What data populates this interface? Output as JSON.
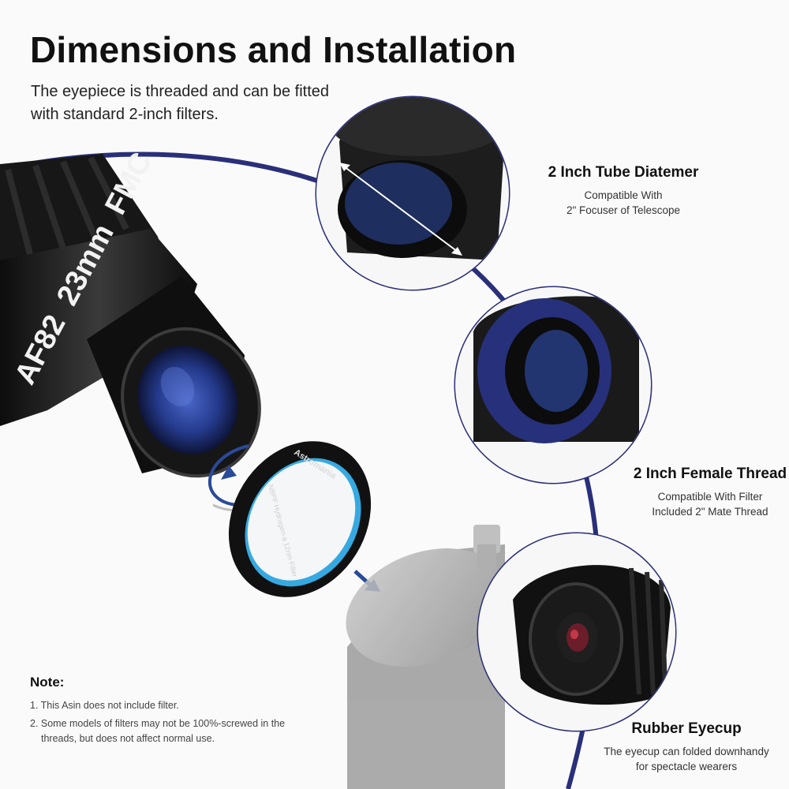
{
  "header": {
    "title": "Dimensions and Installation",
    "subtitle_line1": "The eyepiece is threaded and can be fitted",
    "subtitle_line2": "with standard 2-inch filters."
  },
  "eyepiece": {
    "marking_model": "AF82",
    "marking_focal": "23mm",
    "marking_coating": "FMC"
  },
  "filter": {
    "brand": "Astromania",
    "ring_text": "NBPF Hydrogen-a 12nm Filter"
  },
  "callouts": [
    {
      "heading": "2 Inch Tube Diatemer",
      "line1": "Compatible With",
      "line2": "2\" Focuser of Telescope"
    },
    {
      "heading": "2 Inch Female Thread",
      "line1": "Compatible With Filter",
      "line2": "Included 2\" Mate Thread"
    },
    {
      "heading": "Rubber Eyecup",
      "line1": "The eyecup can folded downhandy",
      "line2": "for spectacle wearers"
    }
  ],
  "note": {
    "heading": "Note:",
    "items": [
      "1. This Asin does not include filter.",
      "2. Some models of filters may not be 100%-screwed in the threads, but does not affect normal use."
    ]
  },
  "colors": {
    "arc": "#2a2f7a",
    "lens_blue": "#2b3f8f",
    "filter_blue": "#36a9e1",
    "body_black": "#1a1a1a",
    "diopter_gray": "#a8a8a8"
  }
}
